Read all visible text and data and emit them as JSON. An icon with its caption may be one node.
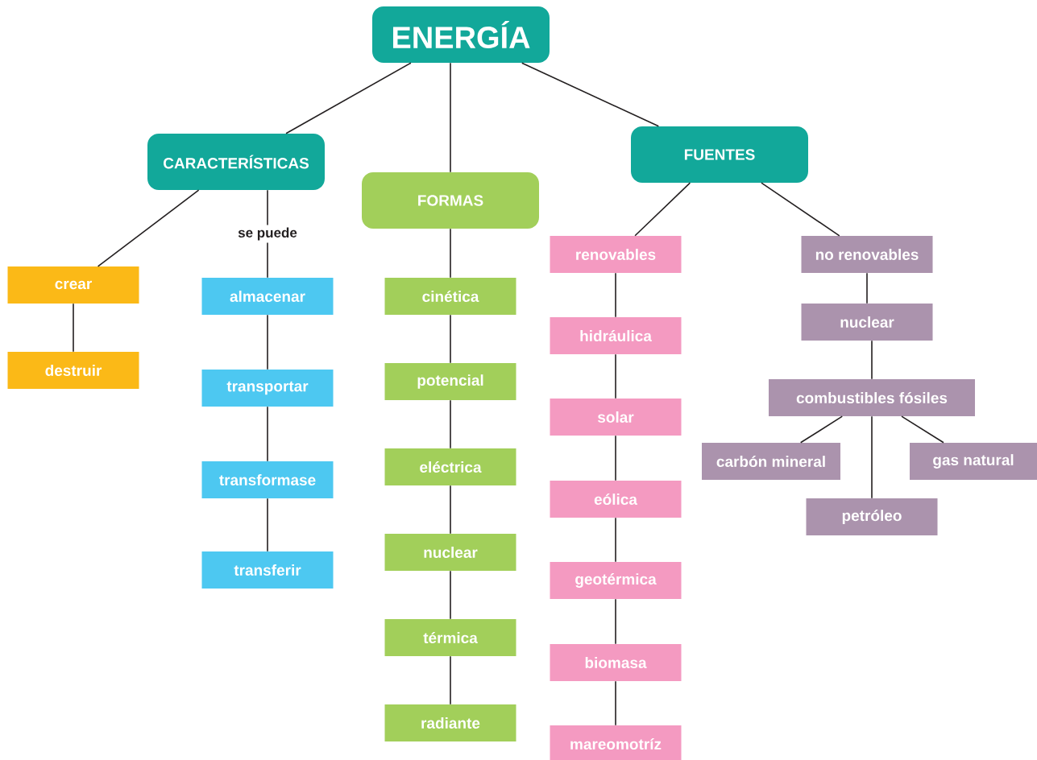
{
  "diagram": {
    "nodes": [
      {
        "text": [
          "ENERGÍA"
        ]
      },
      {
        "text": [
          "CARACTERÍSTICAS"
        ]
      },
      {
        "text": [
          "FORMAS"
        ]
      },
      {
        "text": [
          "FUENTES"
        ]
      },
      {
        "text": [
          "crear"
        ]
      },
      {
        "text": [
          "destruir"
        ]
      },
      {
        "text": [
          "almacenar"
        ]
      },
      {
        "text": [
          "transportar"
        ]
      },
      {
        "text": [
          "transformase"
        ]
      },
      {
        "text": [
          "transferir"
        ]
      },
      {
        "text": [
          "cinética"
        ]
      },
      {
        "text": [
          "potencial"
        ]
      },
      {
        "text": [
          "eléctrica"
        ]
      },
      {
        "text": [
          "nuclear"
        ]
      },
      {
        "text": [
          "térmica"
        ]
      },
      {
        "text": [
          "radiante"
        ]
      },
      {
        "text": [
          "renovables"
        ]
      },
      {
        "text": [
          "hidráulica"
        ]
      },
      {
        "text": [
          "solar"
        ]
      },
      {
        "text": [
          "eólica"
        ]
      },
      {
        "text": [
          "geotérmica"
        ]
      },
      {
        "text": [
          "biomasa"
        ]
      },
      {
        "text": [
          "mareomotríz"
        ]
      },
      {
        "text": [
          "no renovables"
        ]
      },
      {
        "text": [
          "nuclear"
        ]
      },
      {
        "text": [
          "combustibles fósiles"
        ]
      },
      {
        "text": [
          "carbón mineral"
        ]
      },
      {
        "text": [
          "gas natural"
        ]
      },
      {
        "text": [
          "petróleo"
        ]
      }
    ],
    "edges": [
      {
        "from": 0,
        "to": 1,
        "arrow": "none"
      },
      {
        "from": 0,
        "to": 2,
        "arrow": "none"
      },
      {
        "from": 0,
        "to": 3,
        "arrow": "none"
      },
      {
        "from": 1,
        "to": 4,
        "arrow": "none"
      },
      {
        "from": 1,
        "to": 6,
        "arrow": "none",
        "label": "se puede"
      },
      {
        "from": 4,
        "to": 5,
        "arrow": "none"
      },
      {
        "from": 6,
        "to": 7,
        "arrow": "none"
      },
      {
        "from": 7,
        "to": 8,
        "arrow": "none"
      },
      {
        "from": 8,
        "to": 9,
        "arrow": "none"
      },
      {
        "from": 2,
        "to": 10,
        "arrow": "none"
      },
      {
        "from": 10,
        "to": 11,
        "arrow": "none"
      },
      {
        "from": 11,
        "to": 12,
        "arrow": "none"
      },
      {
        "from": 12,
        "to": 13,
        "arrow": "none"
      },
      {
        "from": 13,
        "to": 14,
        "arrow": "none"
      },
      {
        "from": 14,
        "to": 15,
        "arrow": "none"
      },
      {
        "from": 3,
        "to": 16,
        "arrow": "none"
      },
      {
        "from": 3,
        "to": 23,
        "arrow": "none"
      },
      {
        "from": 16,
        "to": 17,
        "arrow": "none"
      },
      {
        "from": 17,
        "to": 18,
        "arrow": "none"
      },
      {
        "from": 18,
        "to": 19,
        "arrow": "none"
      },
      {
        "from": 19,
        "to": 20,
        "arrow": "none"
      },
      {
        "from": 20,
        "to": 21,
        "arrow": "none"
      },
      {
        "from": 21,
        "to": 22,
        "arrow": "none"
      },
      {
        "from": 23,
        "to": 24,
        "arrow": "none"
      },
      {
        "from": 24,
        "to": 25,
        "arrow": "none"
      },
      {
        "from": 25,
        "to": 26,
        "arrow": "none"
      },
      {
        "from": 25,
        "to": 27,
        "arrow": "none"
      },
      {
        "from": 25,
        "to": 28,
        "arrow": "none"
      }
    ]
  }
}
